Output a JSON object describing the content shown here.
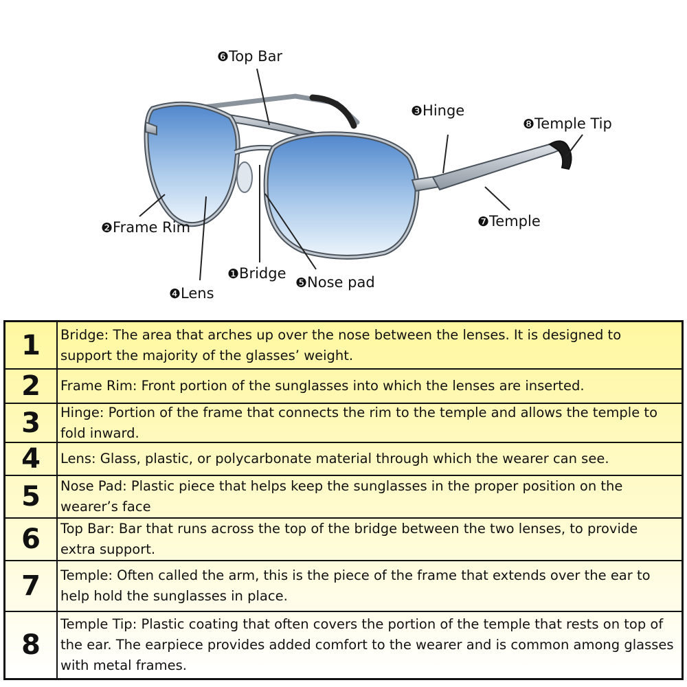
{
  "diagram": {
    "callouts": [
      {
        "id": "top-bar",
        "num": "❻",
        "label": "Top Bar"
      },
      {
        "id": "hinge",
        "num": "❸",
        "label": "Hinge"
      },
      {
        "id": "temple-tip",
        "num": "❽",
        "label": "Temple Tip"
      },
      {
        "id": "frame-rim",
        "num": "❷",
        "label": "Frame Rim"
      },
      {
        "id": "temple",
        "num": "❼",
        "label": "Temple"
      },
      {
        "id": "bridge",
        "num": "❶",
        "label": "Bridge"
      },
      {
        "id": "nose-pad",
        "num": "❺",
        "label": "Nose pad"
      },
      {
        "id": "lens",
        "num": "❹",
        "label": "Lens"
      }
    ]
  },
  "table": {
    "rows": [
      {
        "num": "1",
        "text": "Bridge: The area that arches up over the nose between the lenses. It is designed to support the majority of the glasses’ weight."
      },
      {
        "num": "2",
        "text": "Frame Rim: Front portion of the sunglasses into which the lenses are inserted."
      },
      {
        "num": "3",
        "text": "Hinge: Portion of the frame that connects the rim to the temple and allows the temple to fold inward."
      },
      {
        "num": "4",
        "text": "Lens: Glass, plastic, or polycarbonate material through which the wearer can see."
      },
      {
        "num": "5",
        "text": "Nose Pad: Plastic piece that helps keep the sunglasses in the proper position on the wearer’s face"
      },
      {
        "num": "6",
        "text": "Top Bar: Bar that runs across the top of the bridge between the two lenses, to provide extra support."
      },
      {
        "num": "7",
        "text": "Temple: Often called the arm, this is the piece of the frame that extends over the ear to help hold the sunglasses in place."
      },
      {
        "num": "8",
        "text": "Temple Tip: Plastic coating that often covers the portion of the temple that rests on top of the ear. The earpiece provides added comfort to the wearer and is common among glasses with metal frames."
      }
    ]
  },
  "colors": {
    "lens_top": "#5a8fd0",
    "lens_bottom": "#e6f1fb",
    "frame": "#9aa3ad",
    "table_top": "#fff7a0"
  }
}
